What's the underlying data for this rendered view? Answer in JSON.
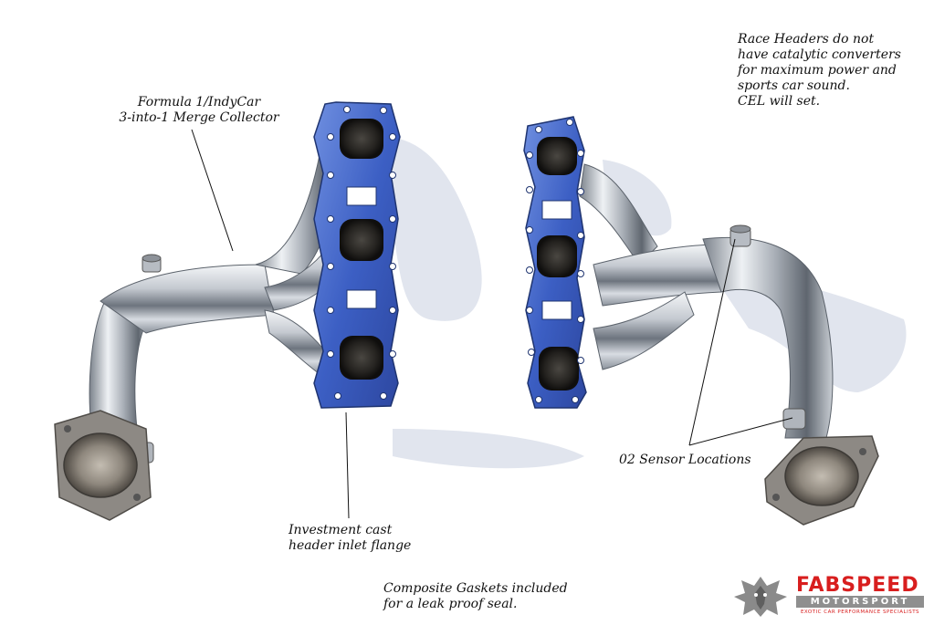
{
  "photo": {
    "subject": "",
    "colors": {
      "background": "#ffffff",
      "steel": "#c9cdd3",
      "steel_dark": "#6b727c",
      "gasket_blue": "#3f63c8",
      "flange_gray": "#8a8784",
      "shadow": "#cfd6e4"
    }
  },
  "annotations": {
    "collector": [
      "Formula 1/IndyCar",
      "3-into-1 Merge Collector"
    ],
    "race_headers": [
      "Race Headers do not",
      "have catalytic converters",
      "for maximum power and",
      "sports car sound.",
      "CEL will set."
    ],
    "flange": [
      "Investment cast",
      "header inlet flange"
    ],
    "o2_sensors": [
      "02 Sensor Locations"
    ],
    "gaskets": [
      "Composite Gaskets included",
      "for a leak proof seal."
    ]
  },
  "logo": {
    "name": "FABSPEED",
    "sub": "MOTORSPORT",
    "tagline": "EXOTIC CAR PERFORMANCE SPECIALISTS",
    "brand_color": "#d81e1e",
    "icon": "wolf-head-icon"
  }
}
